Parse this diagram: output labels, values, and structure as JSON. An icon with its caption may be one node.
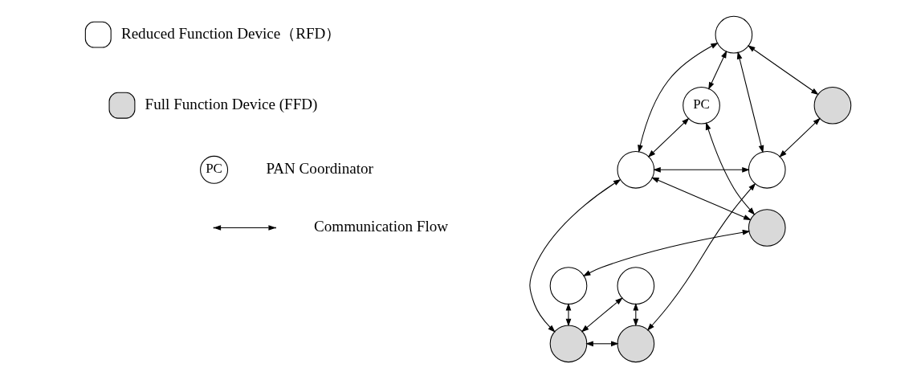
{
  "diagram": {
    "nodes": [
      {
        "text": [],
        "shape": "circle"
      },
      {
        "text": [],
        "shape": "circle"
      },
      {
        "text": [
          "PC"
        ]
      },
      {
        "text": [],
        "shape": "circle"
      },
      {
        "text": [],
        "shape": "circle"
      },
      {
        "text": [],
        "shape": "circle"
      },
      {
        "text": [],
        "shape": "circle"
      },
      {
        "text": [],
        "shape": "circle"
      },
      {
        "text": [],
        "shape": "circle"
      },
      {
        "text": [],
        "shape": "circle"
      }
    ],
    "edges": [
      {
        "from": 0,
        "to": 2,
        "arrow": "both"
      },
      {
        "from": 0,
        "to": 1,
        "arrow": "both"
      },
      {
        "from": 0,
        "to": 3,
        "arrow": "both"
      },
      {
        "from": 0,
        "to": 4,
        "arrow": "both"
      },
      {
        "from": 1,
        "to": 4,
        "arrow": "both"
      },
      {
        "from": 2,
        "to": 3,
        "arrow": "both"
      },
      {
        "from": 2,
        "to": 5,
        "arrow": "both"
      },
      {
        "from": 3,
        "to": 5,
        "arrow": "both"
      },
      {
        "from": 3,
        "to": 4,
        "arrow": "both"
      },
      {
        "from": 3,
        "to": 6,
        "arrow": "both"
      },
      {
        "from": 5,
        "to": 8,
        "arrow": "both"
      },
      {
        "from": 8,
        "to": 6,
        "arrow": "both"
      },
      {
        "from": 6,
        "to": 7,
        "arrow": "both"
      },
      {
        "from": 6,
        "to": 9,
        "arrow": "both"
      },
      {
        "from": 9,
        "to": 7,
        "arrow": "both"
      },
      {
        "from": 7,
        "to": 4,
        "arrow": "both"
      }
    ],
    "labels": [
      "PC"
    ],
    "legend": [
      {
        "text": "Reduced Function Device（RFD）",
        "color": "#ffffff"
      },
      {
        "text": "Full Function Device (FFD)",
        "color": "#d9d9d9"
      },
      {
        "text": "PAN Coordinator"
      },
      {
        "text": "Communication Flow"
      }
    ]
  }
}
